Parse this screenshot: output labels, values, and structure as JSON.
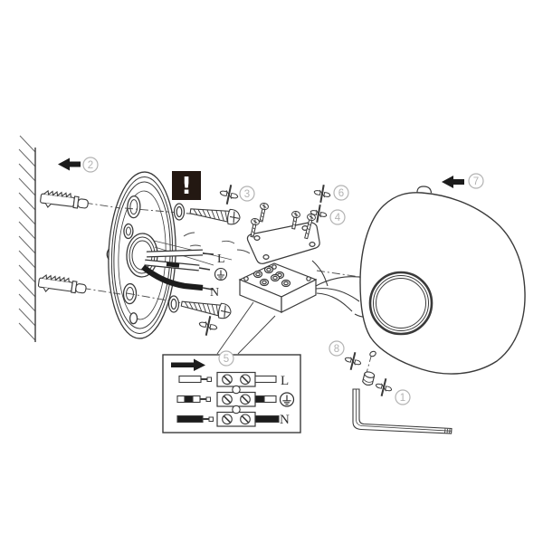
{
  "callouts": {
    "c1": "1",
    "c2": "2",
    "c3": "3",
    "c4": "4",
    "c5": "5",
    "c6": "6",
    "c7": "7",
    "c8": "8"
  },
  "warning": {
    "glyph": "!"
  },
  "wiring": {
    "live": "L",
    "neutral": "N"
  },
  "inset_wiring": {
    "live": "L",
    "neutral": "N"
  },
  "icons": {
    "warning-icon": "!",
    "arrow-left-icon": "solid-left-arrow",
    "arrow-right-icon": "solid-right-arrow",
    "earth-icon": "protective-earth-symbol",
    "screw-cross-icon": "phillips-screw-cross"
  },
  "colors": {
    "background": "#ffffff",
    "line": "#3a3a3a",
    "wire_black": "#1c1c1c",
    "callout": "#b3b3b3",
    "warning_bg": "#231812"
  }
}
